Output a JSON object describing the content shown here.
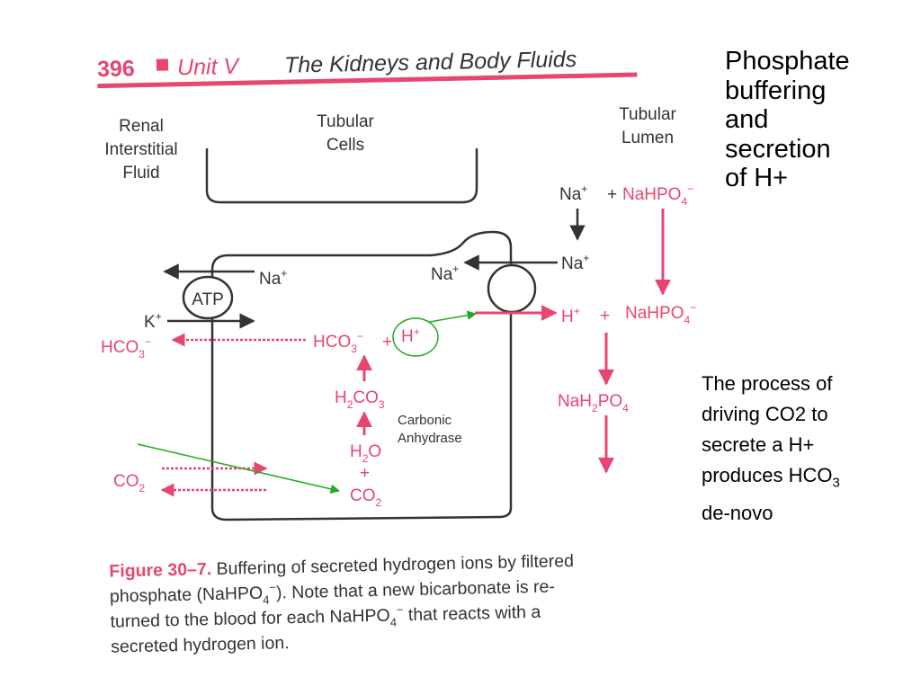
{
  "page_header": {
    "page_number": "396",
    "unit": "Unit V",
    "title": "The Kidneys and Body Fluids"
  },
  "side_title": [
    "Phosphate",
    "buffering",
    "and",
    "secretion",
    "of H+"
  ],
  "side_note": {
    "lines": [
      "The process of",
      "driving CO2 to",
      "secrete a H+"
    ],
    "produces_prefix": "produces HCO",
    "produces_sub": "3",
    "last_line": "de-novo"
  },
  "diagram": {
    "compartments": {
      "interstitial": [
        "Renal",
        "Interstitial",
        "Fluid"
      ],
      "cells": [
        "Tubular",
        "Cells"
      ],
      "lumen": [
        "Tubular",
        "Lumen"
      ]
    },
    "atp_label": "ATP",
    "carbonic_anhydrase": [
      "Carbonic",
      "Anhydrase"
    ],
    "species": {
      "na_plus": "Na",
      "k_plus": "K",
      "h_plus": "H",
      "plus_sign": "+",
      "minus_sign": "−",
      "hco3_base": "HCO",
      "h2co3_parts": [
        "H",
        "2",
        "CO",
        "3"
      ],
      "h2o_parts": [
        "H",
        "2",
        "O"
      ],
      "co2_parts": [
        "CO",
        "2"
      ],
      "nahpo4_parts": [
        "NaHPO",
        "4"
      ],
      "nah2po4_parts": [
        "NaH",
        "2",
        "PO",
        "4"
      ]
    },
    "colors": {
      "pink": "#e8456f",
      "dark": "#333333",
      "green": "#22aa22",
      "header_rule": "#e8456f"
    }
  },
  "caption": {
    "label": "Figure 30–7.",
    "line1": "Buffering of secreted hydrogen ions by filtered",
    "line2_a": "phosphate (NaHPO",
    "line2_sub": "4",
    "line2_sup": "−",
    "line2_b": "). Note that a new bicarbonate is re-",
    "line3_a": "turned to the blood for each NaHPO",
    "line3_sub": "4",
    "line3_sup": "−",
    "line3_b": " that reacts with a",
    "line4": "secreted hydrogen ion."
  }
}
